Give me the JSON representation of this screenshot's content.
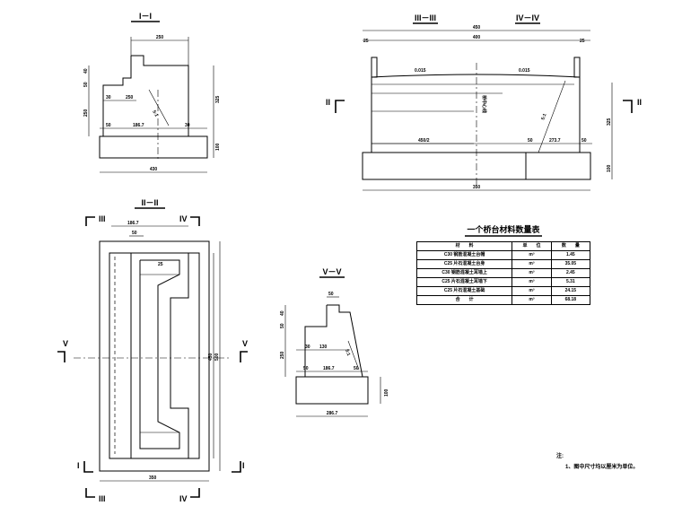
{
  "sections": {
    "s1": "I－I",
    "s2": "II－II",
    "s3": "III－III",
    "s4": "IV－IV",
    "s5": "V－V"
  },
  "markers": {
    "m1": "I",
    "m2": "II",
    "m3": "III",
    "m4": "IV",
    "m5": "V"
  },
  "view_i": {
    "top_width": "250",
    "h_a": "40",
    "h_b": "50",
    "h_c": "250",
    "inner_a": "30",
    "inner_b": "250",
    "left_off": "50",
    "mid_w": "186.7",
    "right_off": "30",
    "right_h": "325",
    "base_h": "100",
    "base_w": "430",
    "slope": "5:1"
  },
  "view_iii": {
    "total_top": "450",
    "inner_top": "400",
    "edge": "25",
    "level_left": "0.015",
    "level_right": "0.015",
    "center_label": "桥中心线",
    "bottom_left": "450/2",
    "bottom_mid": "50",
    "bottom_mid2": "273.7",
    "bottom_right": "50",
    "height": "325",
    "base_h": "100",
    "base_w": "350",
    "slope": "5:1"
  },
  "view_ii": {
    "top_a": "186.7",
    "top_b": "50",
    "corner": "25",
    "height_a": "450",
    "height_b": "500",
    "bottom_w": "350"
  },
  "view_v": {
    "top": "50",
    "h1": "40",
    "h2": "50",
    "inner_a": "30",
    "inner_b": "130",
    "left": "50",
    "mid": "186.7",
    "right": "50",
    "left_h": "250",
    "base_h": "100",
    "base_w": "286.7",
    "slope": "5:1"
  },
  "table": {
    "title": "一个桥台材料数量表",
    "headers": [
      "材　　料",
      "单　　位",
      "数　　量"
    ],
    "rows": [
      [
        "C30 钢筋混凝土台帽",
        "m³",
        "1.45"
      ],
      [
        "C25 片石混凝土台身",
        "m³",
        "35.05"
      ],
      [
        "C30 钢筋混凝土耳墙上",
        "m³",
        "2.45"
      ],
      [
        "C25 片石混凝土耳墙下",
        "m³",
        "5.31"
      ],
      [
        "C25 片石混凝土基础",
        "m³",
        "24.15"
      ]
    ],
    "total": [
      "合　　计",
      "m³",
      "68.18"
    ]
  },
  "notes": {
    "heading": "注:",
    "items": [
      "1、图中尺寸均以厘米为单位。"
    ]
  }
}
